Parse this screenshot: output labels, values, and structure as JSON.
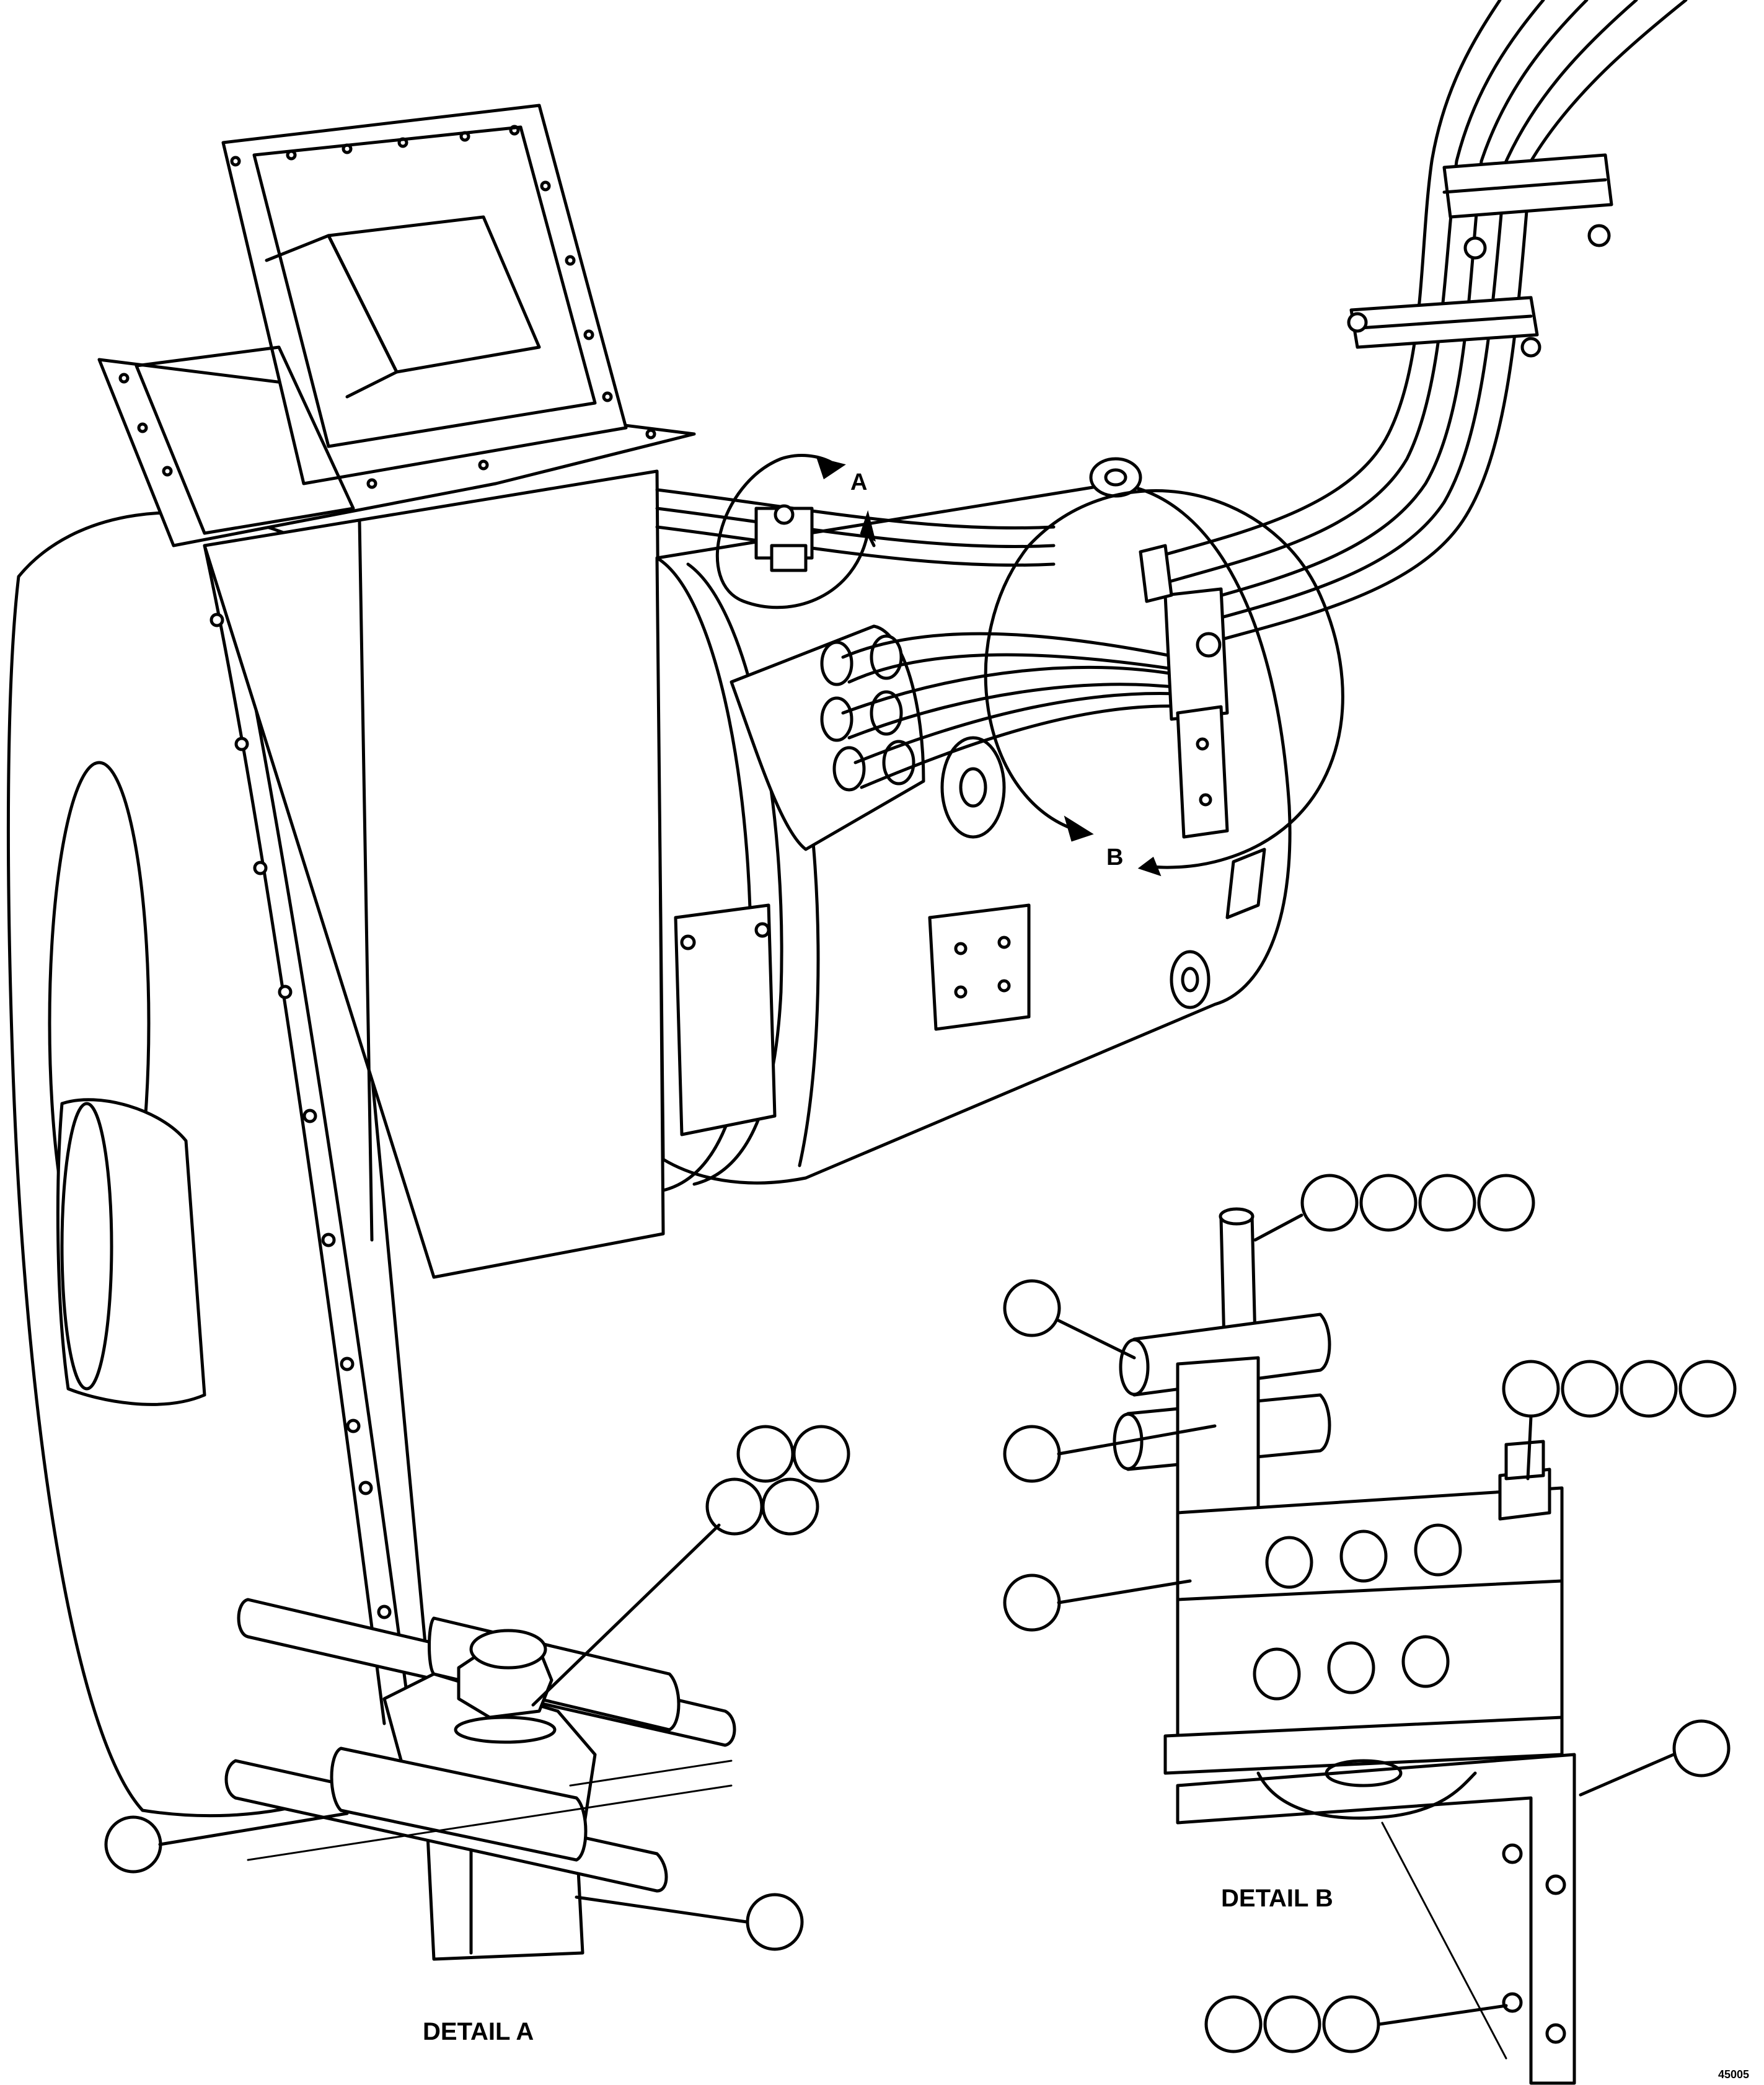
{
  "view_labels": {
    "a": "A",
    "b": "B"
  },
  "detail_titles": {
    "a": "DETAIL A",
    "b": "DETAIL B"
  },
  "figure_number": "45005"
}
